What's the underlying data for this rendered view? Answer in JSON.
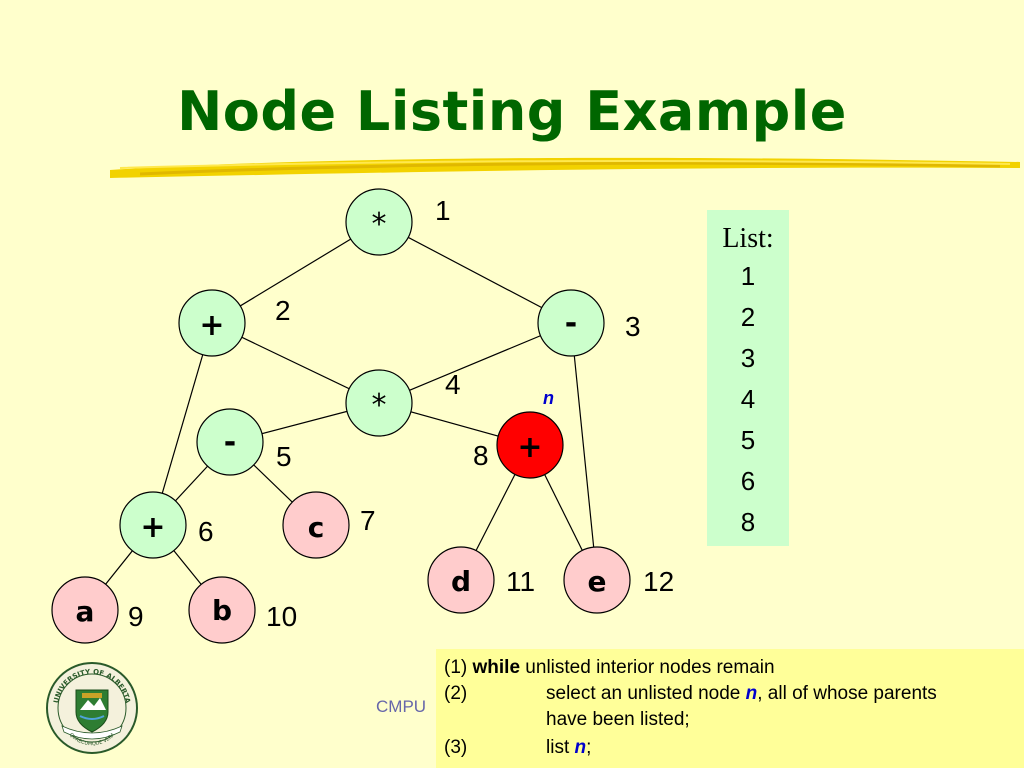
{
  "title": "Node Listing Example",
  "colors": {
    "background": "#ffffcc",
    "title": "#006600",
    "node_interior": "#ccffcc",
    "node_leaf": "#ffcccc",
    "node_current": "#ff0000",
    "current_label": "#0000cc",
    "list_box": "#ccffcc",
    "algorithm_box": "#ffff99"
  },
  "nodes": {
    "n1": {
      "op": "*",
      "num": "1"
    },
    "n2": {
      "op": "+",
      "num": "2"
    },
    "n3": {
      "op": "-",
      "num": "3"
    },
    "n4": {
      "op": "*",
      "num": "4"
    },
    "n5": {
      "op": "-",
      "num": "5"
    },
    "n6": {
      "op": "+",
      "num": "6"
    },
    "n7": {
      "op": "c",
      "num": "7"
    },
    "n8": {
      "op": "+",
      "num": "8"
    },
    "n9": {
      "op": "a",
      "num": "9"
    },
    "n10": {
      "op": "b",
      "num": "10"
    },
    "n11": {
      "op": "d",
      "num": "11"
    },
    "n12": {
      "op": "e",
      "num": "12"
    }
  },
  "current_node_label": "n",
  "list": {
    "title": "List:",
    "items": [
      "1",
      "2",
      "3",
      "4",
      "5",
      "6",
      "8"
    ]
  },
  "algorithm": {
    "line1": {
      "num": "(1)",
      "kw": "while",
      "text": " unlisted interior nodes remain"
    },
    "line2": {
      "num": "(2)",
      "pre": "select an unlisted node ",
      "var": "n",
      "post": ", all of whose parents"
    },
    "line2b": {
      "text": "have been listed;"
    },
    "line3": {
      "num": "(3)",
      "pre": "list ",
      "var": "n",
      "post": ";"
    }
  },
  "footer_text": "CMPU",
  "logo": {
    "text": "UNIVERSITY OF ALBERTA",
    "motto": "QUAECUMQUE VERA"
  }
}
